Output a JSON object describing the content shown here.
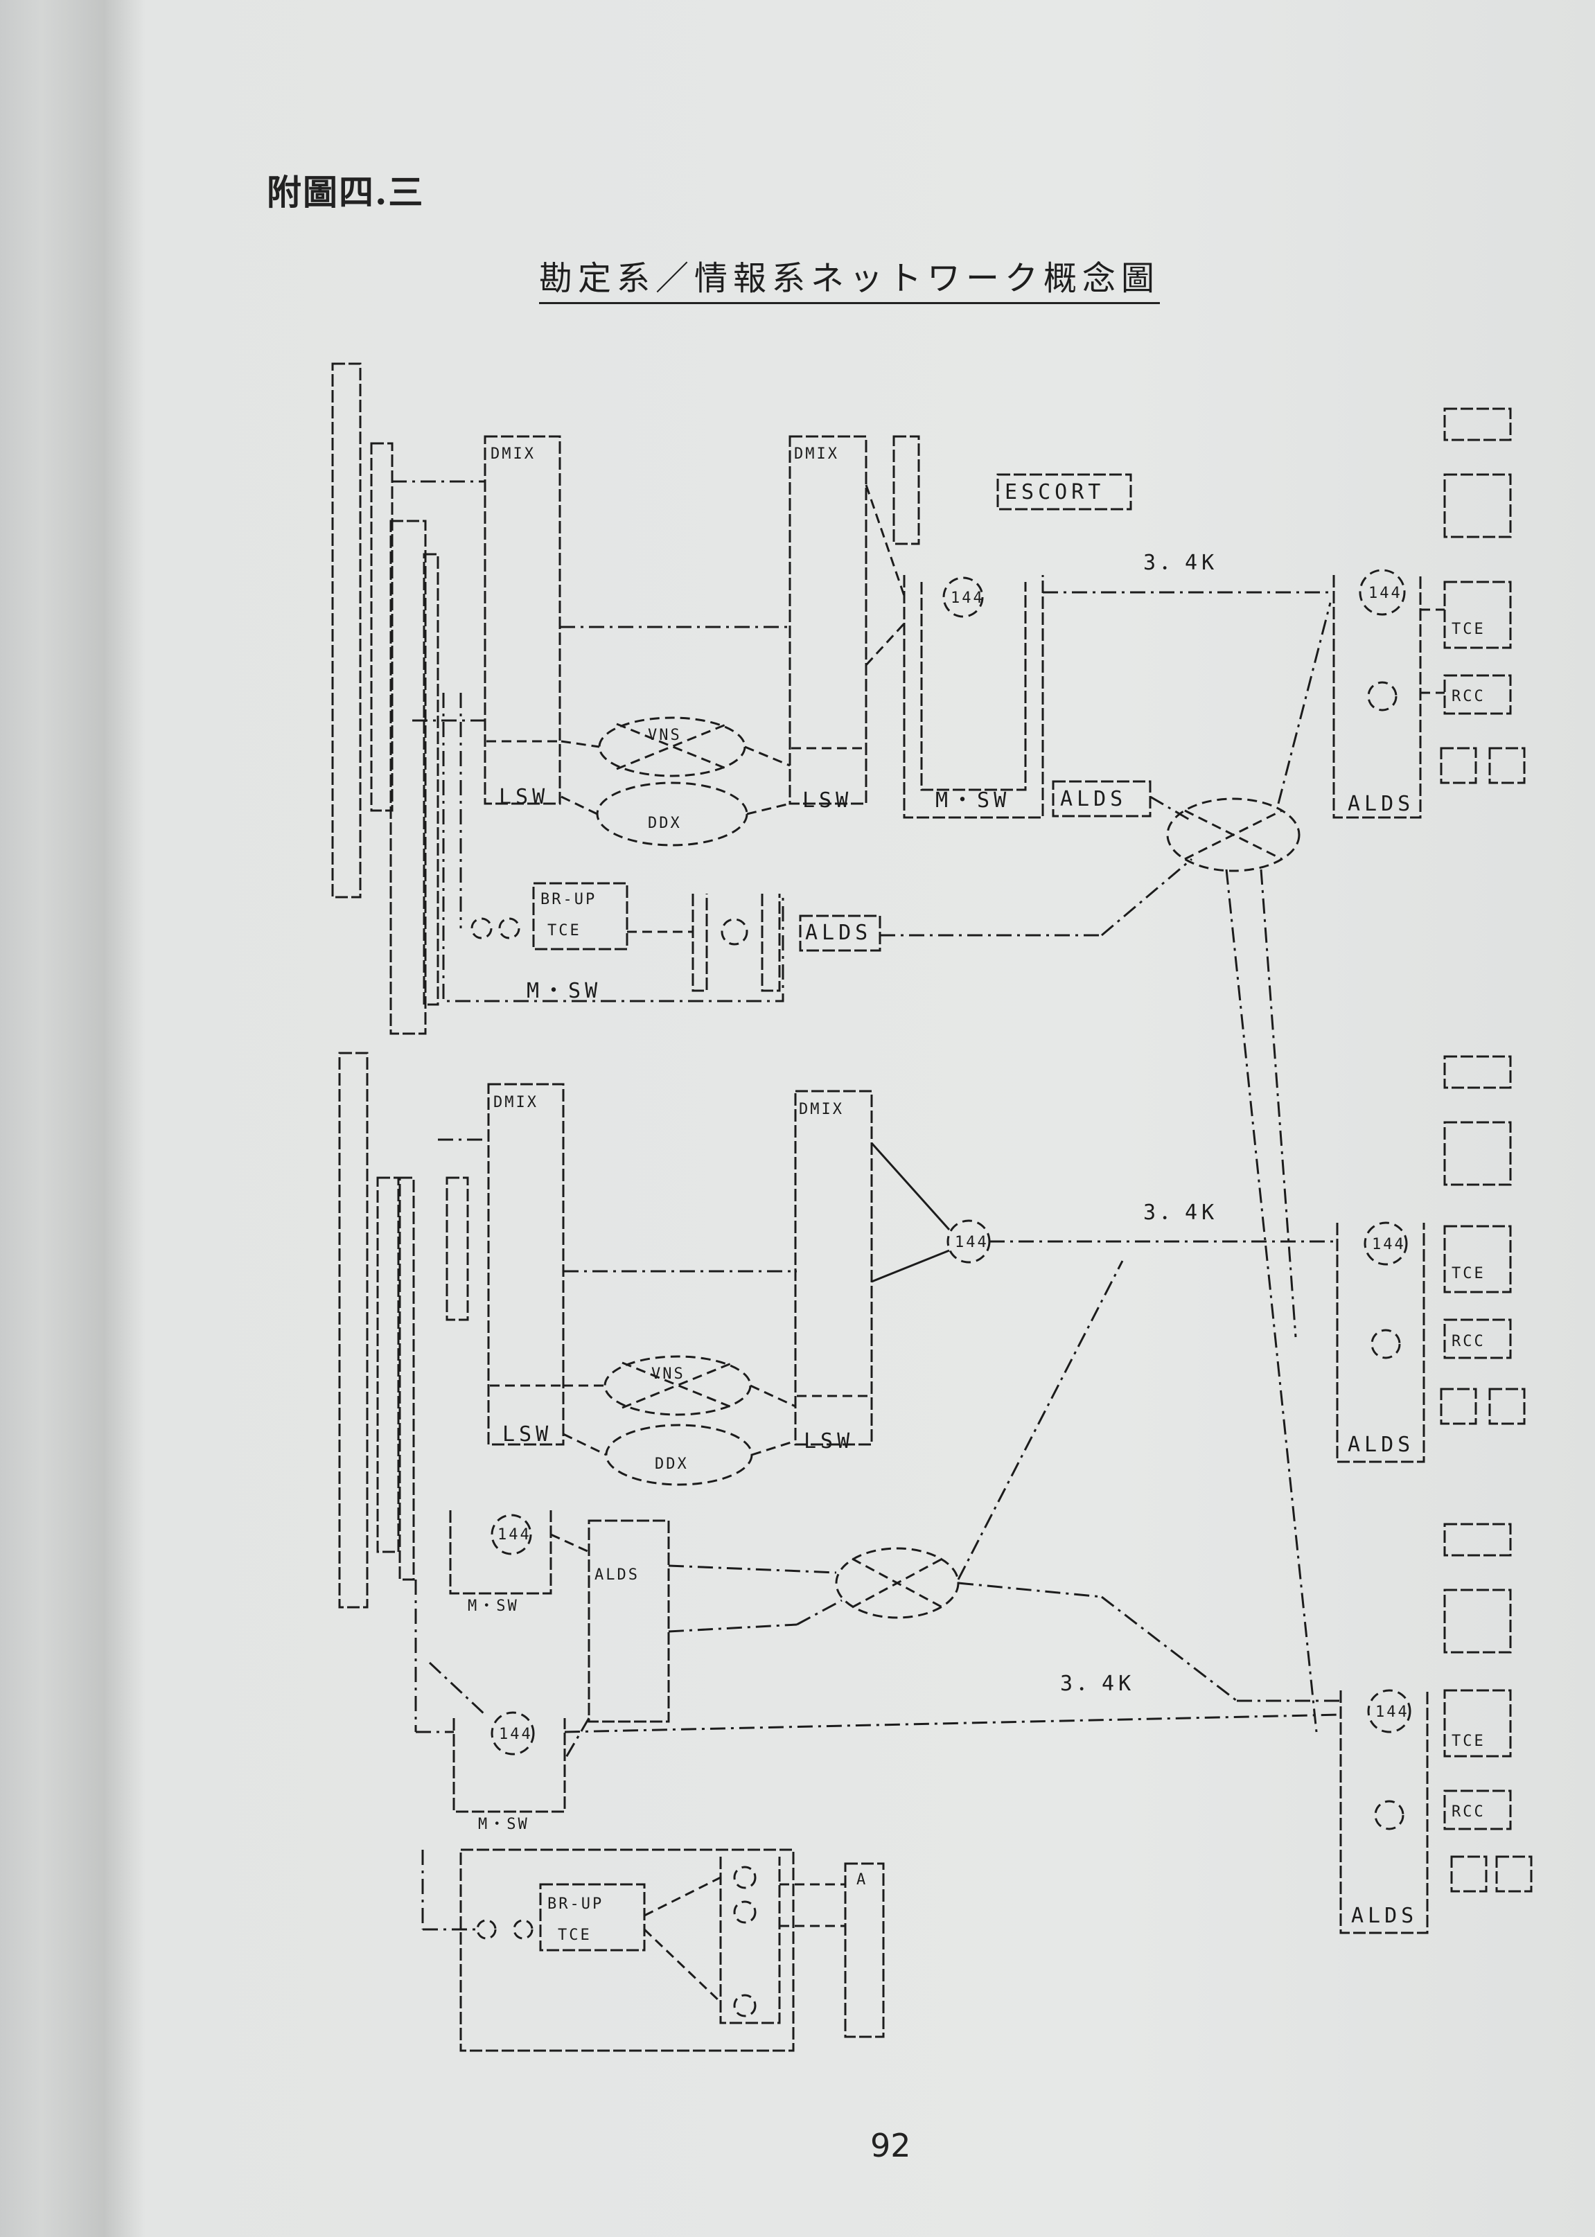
{
  "figure_label": "附圖四.三",
  "title": "勘定系／情報系ネットワーク概念圖",
  "page_number": "92",
  "diagram": {
    "node_labels": {
      "dmix": "DMIX",
      "lsw": "LSW",
      "msw": "M・SW",
      "alds": "ALDS",
      "escort": "ESCORT",
      "tce": "TCE",
      "rcc": "RCC",
      "br_up": "BR-UP",
      "n144": "144",
      "speed": "3．4K",
      "vns": "VNS",
      "ddx": "DDX"
    }
  }
}
